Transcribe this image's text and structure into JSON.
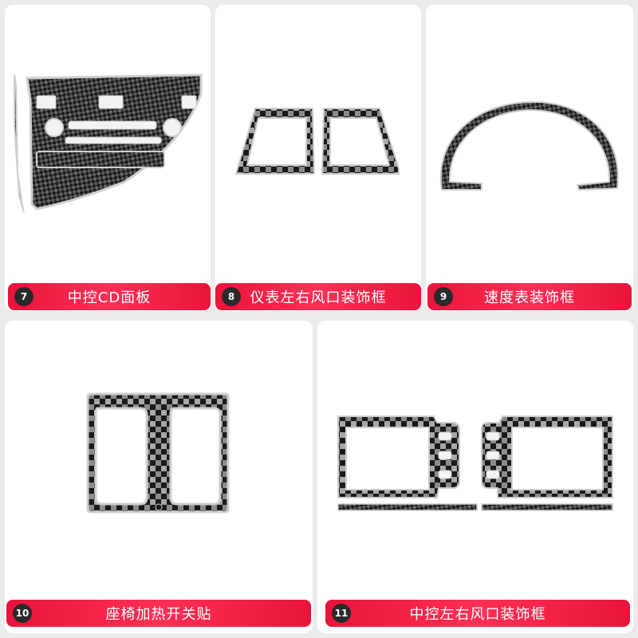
{
  "products": [
    {
      "number": "7",
      "title": "中控CD面板"
    },
    {
      "number": "8",
      "title": "仪表左右风口装饰框"
    },
    {
      "number": "9",
      "title": "速度表装饰框"
    },
    {
      "number": "10",
      "title": "座椅加热开关贴"
    },
    {
      "number": "11",
      "title": "中控左右风口装饰框"
    }
  ],
  "colors": {
    "label": "#e8143b",
    "badge": "#2a2a2a",
    "card": "#ffffff",
    "page": "#ebebeb",
    "trim": "#cfcfcf"
  }
}
